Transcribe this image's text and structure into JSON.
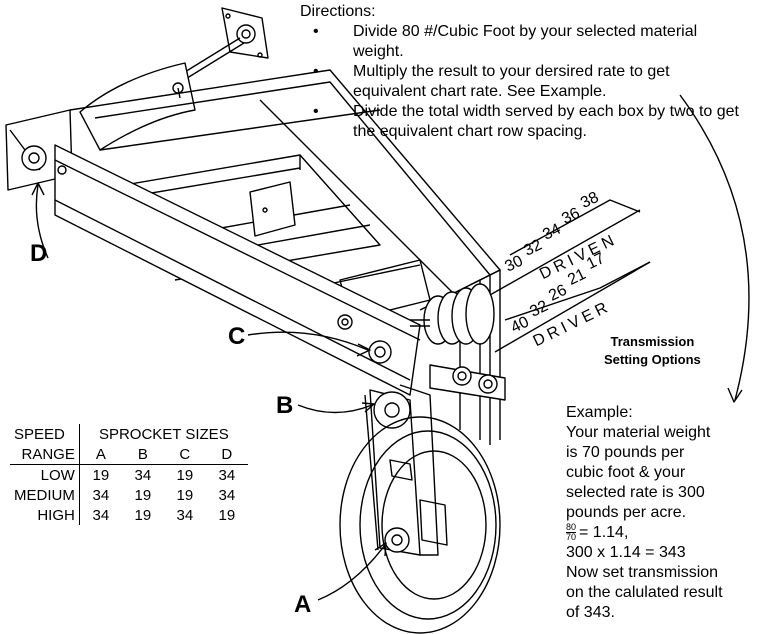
{
  "directions": {
    "title": "Directions:",
    "items": [
      "Divide 80 #/Cubic Foot by your selected material weight.",
      "Multiply the result to your dersired rate to get equivalent chart rate.  See Example.",
      "Divide the total width served by each box by two to get the equivalent chart row spacing."
    ]
  },
  "example": {
    "title": "Example:",
    "lines": [
      "Your material weight",
      "is 70 pounds per",
      "cubic foot & your",
      "selected rate is 300",
      "pounds per acre."
    ],
    "fraction": {
      "numerator": "80",
      "denominator": "70",
      "result": "= 1.14,"
    },
    "calc": "300 x 1.14 = 343",
    "closing": [
      "Now set transmission",
      "on the calulated result",
      "of 343."
    ]
  },
  "transmission_title": [
    "Transmission",
    "Setting Options"
  ],
  "scales": {
    "driven": {
      "label": "DRIVEN",
      "numbers": [
        "30",
        "32",
        "34",
        "36",
        "38"
      ]
    },
    "driver": {
      "label": "DRIVER",
      "numbers": [
        "40",
        "32",
        "26",
        "21",
        "17"
      ]
    }
  },
  "callouts": {
    "a": "A",
    "b": "B",
    "c": "C",
    "d": "D"
  },
  "table": {
    "header_left": [
      "SPEED",
      "RANGE"
    ],
    "header_right": "SPROCKET SIZES",
    "columns": [
      "A",
      "B",
      "C",
      "D"
    ],
    "rows": [
      {
        "label": "LOW",
        "values": [
          "19",
          "34",
          "19",
          "34"
        ]
      },
      {
        "label": "MEDIUM",
        "values": [
          "34",
          "19",
          "19",
          "34"
        ]
      },
      {
        "label": "HIGH",
        "values": [
          "34",
          "19",
          "34",
          "19"
        ]
      }
    ]
  }
}
